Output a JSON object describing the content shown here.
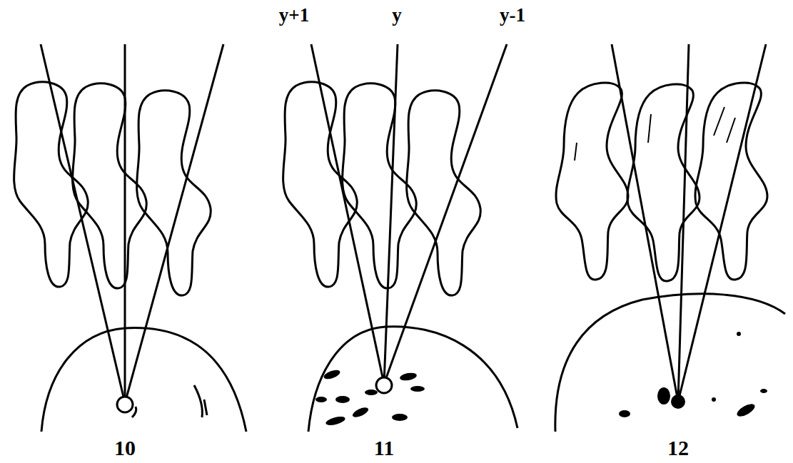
{
  "diagram": {
    "labels": [
      "y+1",
      "y",
      "y-1",
      "10",
      "11",
      "12"
    ]
  }
}
